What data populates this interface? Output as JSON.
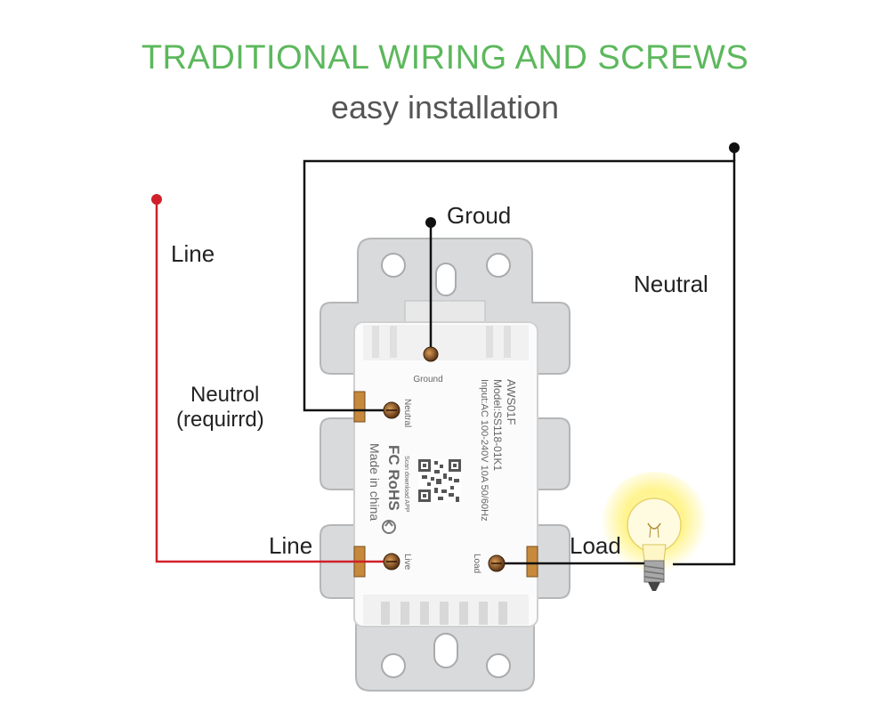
{
  "header": {
    "title": "TRADITIONAL WIRING AND SCREWS",
    "subtitle": "easy installation"
  },
  "labels": {
    "line_top": "Line",
    "ground": "Groud",
    "neutral_right": "Neutral",
    "neutral_left_1": "Neutrol",
    "neutral_left_2": "(requirrd)",
    "line_bottom": "Line",
    "load": "Load"
  },
  "device": {
    "ground_label": "Ground",
    "neutral_label": "Neutral",
    "live_label": "Live",
    "load_label": "Load",
    "model_name": "AWS01F",
    "model_number": "Model:SS118-01K1",
    "input_spec": "Input:AC 100-240V 10A 50/60Hz",
    "scan_text": "Scan download APP",
    "cert": "FC RoHS",
    "origin": "Made in china"
  },
  "colors": {
    "title": "#5cb85c",
    "line_wire": "#d0202a",
    "other_wire": "#111111",
    "device_body": "#fbfbfb",
    "plate": "#d9dadc"
  },
  "icons": {
    "bulb": "light-bulb-icon",
    "qr": "qr-code-icon",
    "recycle": "recycle-icon"
  }
}
